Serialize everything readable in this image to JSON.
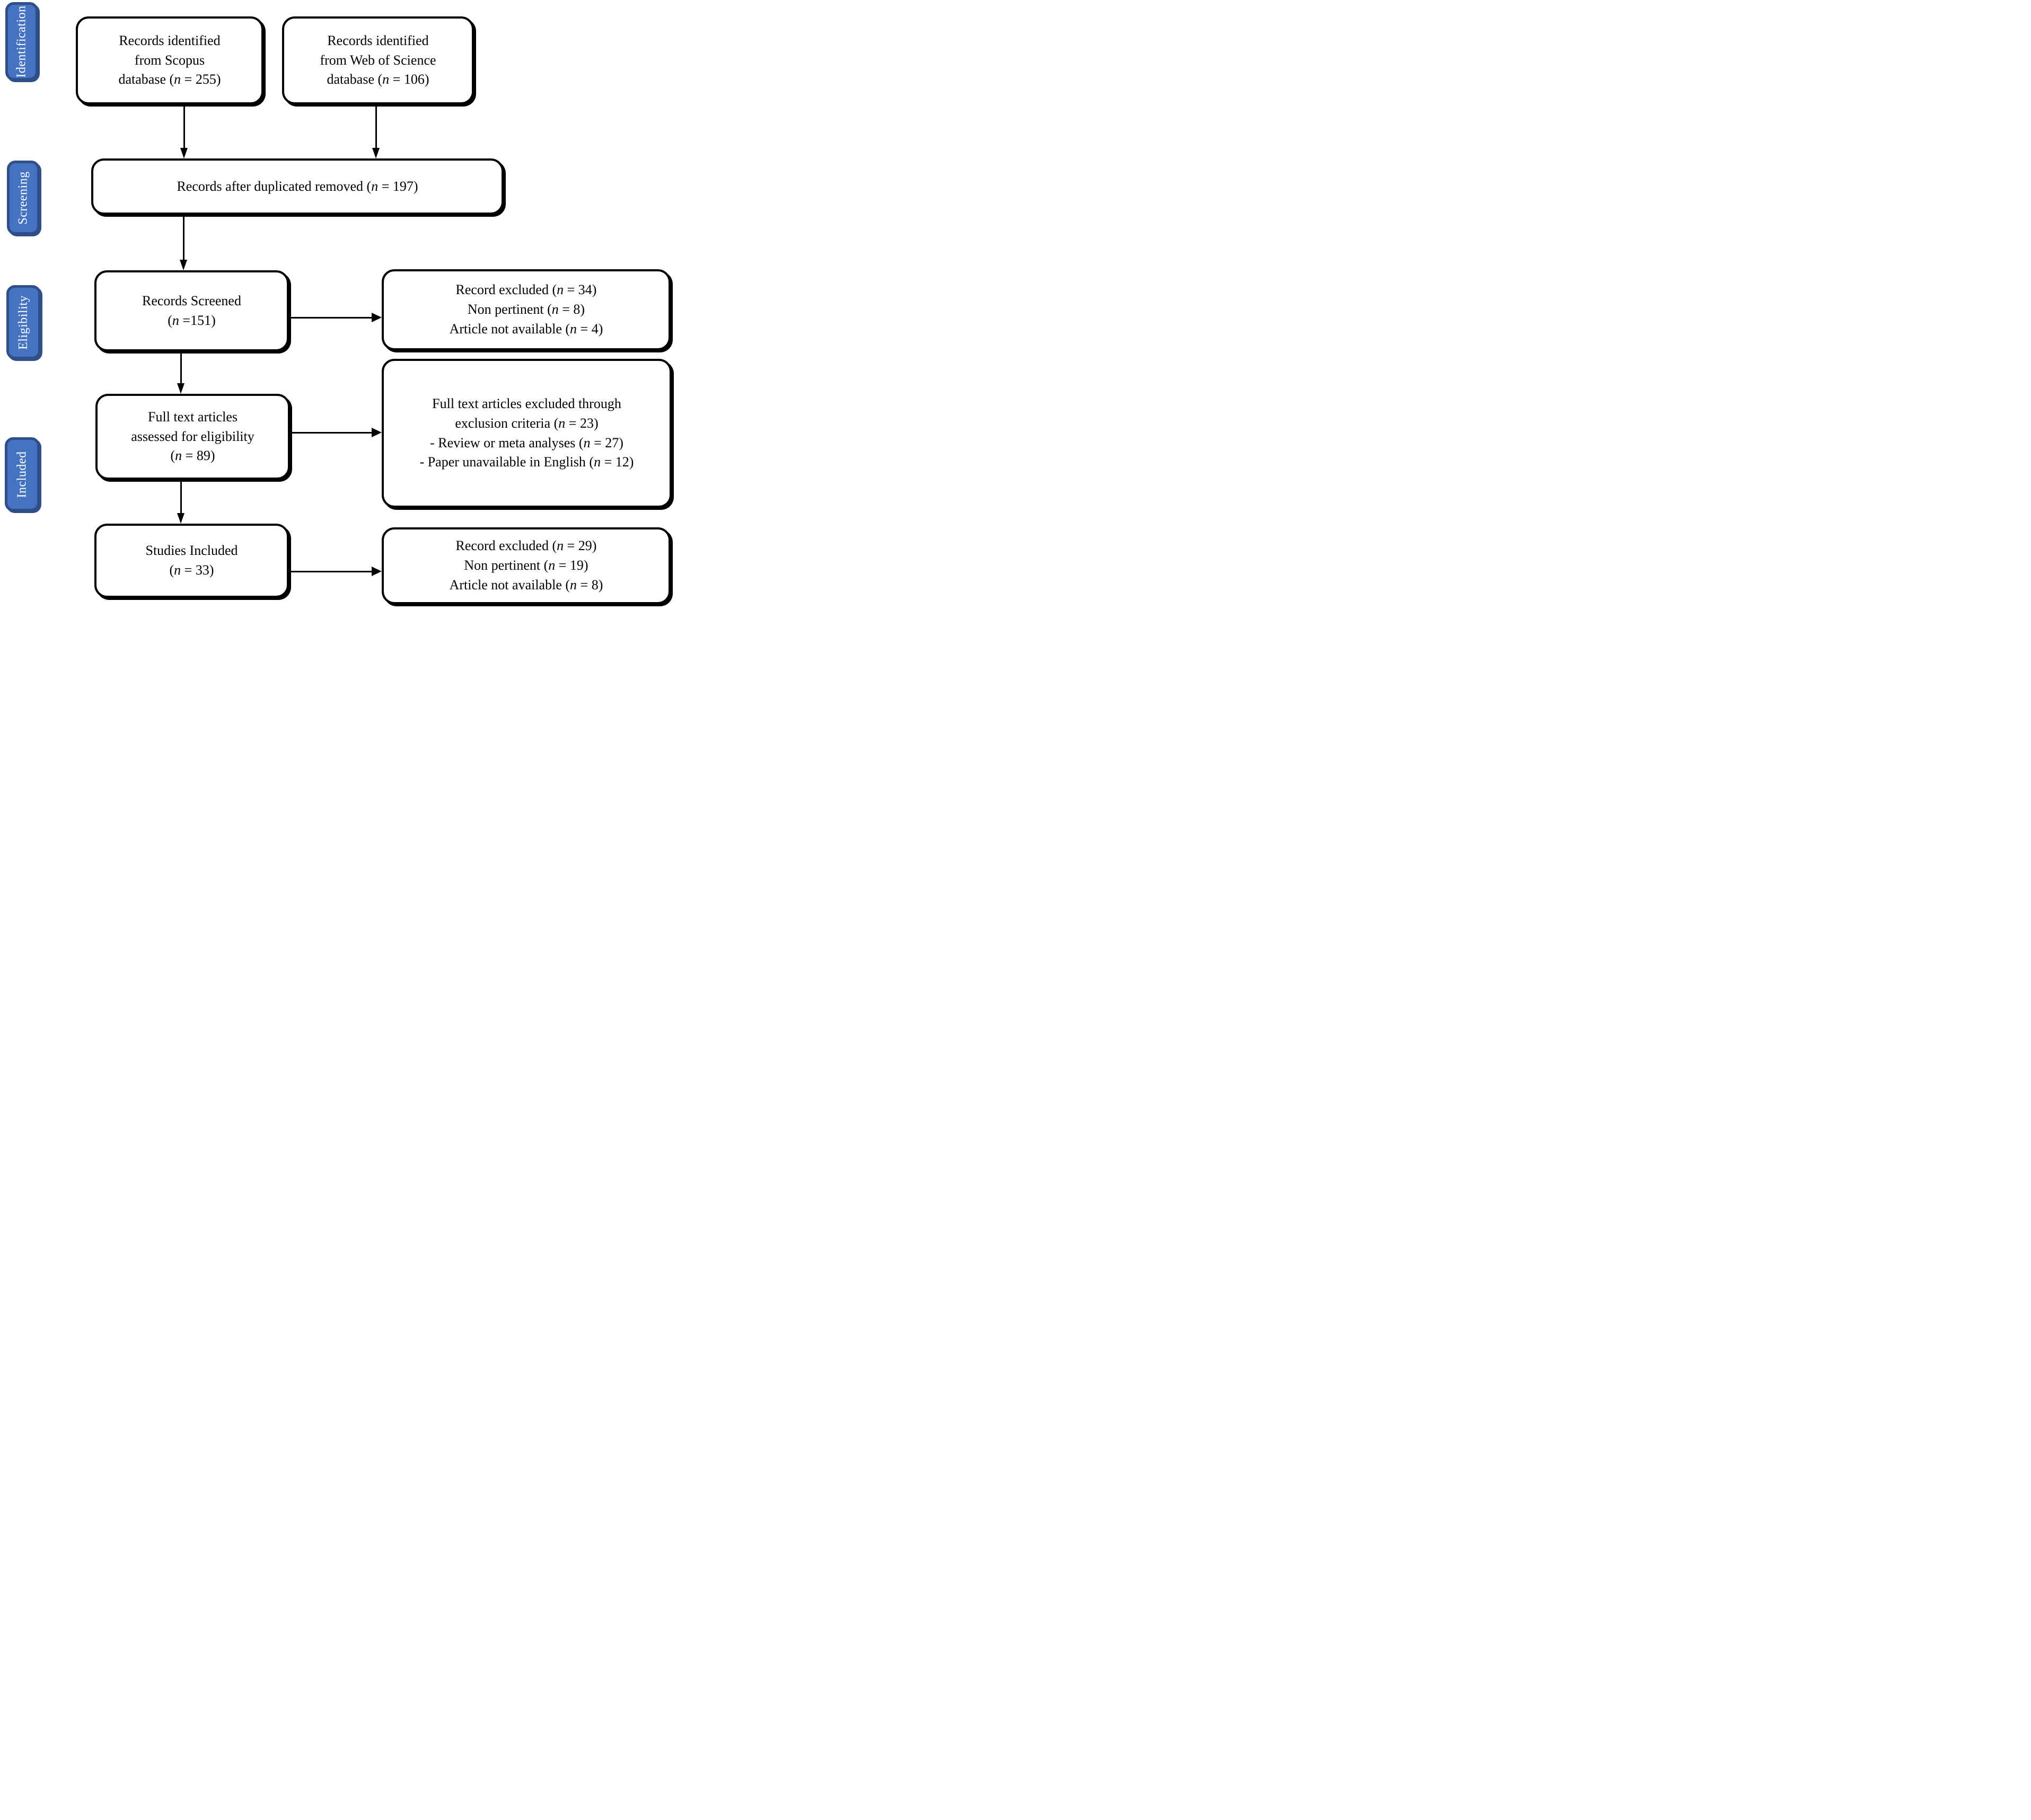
{
  "figure": {
    "kind": "prisma-flow-diagram"
  },
  "colors": {
    "stage_fill": "#4573C1",
    "stage_border": "#2E4F87",
    "stage_text": "#FFFFFF",
    "box_fill": "#FFFFFF",
    "box_border": "#000000",
    "box_text": "#000000",
    "arrow": "#000000",
    "background": "#FFFFFF"
  },
  "stages": [
    {
      "label": "Identification"
    },
    {
      "label": "Screening"
    },
    {
      "label": "Eligibility"
    },
    {
      "label": "Included"
    }
  ],
  "boxes": {
    "scopus": {
      "lines": [
        "Records identified",
        "from Scopus",
        "database (n = 255)"
      ]
    },
    "web_of_science": {
      "lines": [
        "Records identified",
        "from Web of Science",
        "database (n = 106)"
      ]
    },
    "duplicates_removed": {
      "lines": [
        "Records after duplicated removed (n = 197)"
      ]
    },
    "records_screened": {
      "lines": [
        "Records Screened",
        "(n =151)"
      ]
    },
    "excluded_at_screening": {
      "lines": [
        "Record excluded (n = 34)",
        "Non pertinent (n = 8)",
        "Article not available (n = 4)"
      ]
    },
    "full_text_assessed": {
      "lines": [
        "Full text articles",
        "assessed for eligibility",
        "(n = 89)"
      ]
    },
    "full_text_excluded": {
      "lines": [
        "Full text articles excluded through",
        "exclusion criteria (n = 23)",
        "- Review or meta analyses (n = 27)",
        "- Paper unavailable in English (n = 12)"
      ]
    },
    "studies_included": {
      "lines": [
        "Studies Included",
        "(n = 33)"
      ]
    },
    "excluded_at_inclusion": {
      "lines": [
        "Record excluded (n = 29)",
        "Non pertinent (n = 19)",
        "Article not available (n = 8)"
      ]
    }
  }
}
